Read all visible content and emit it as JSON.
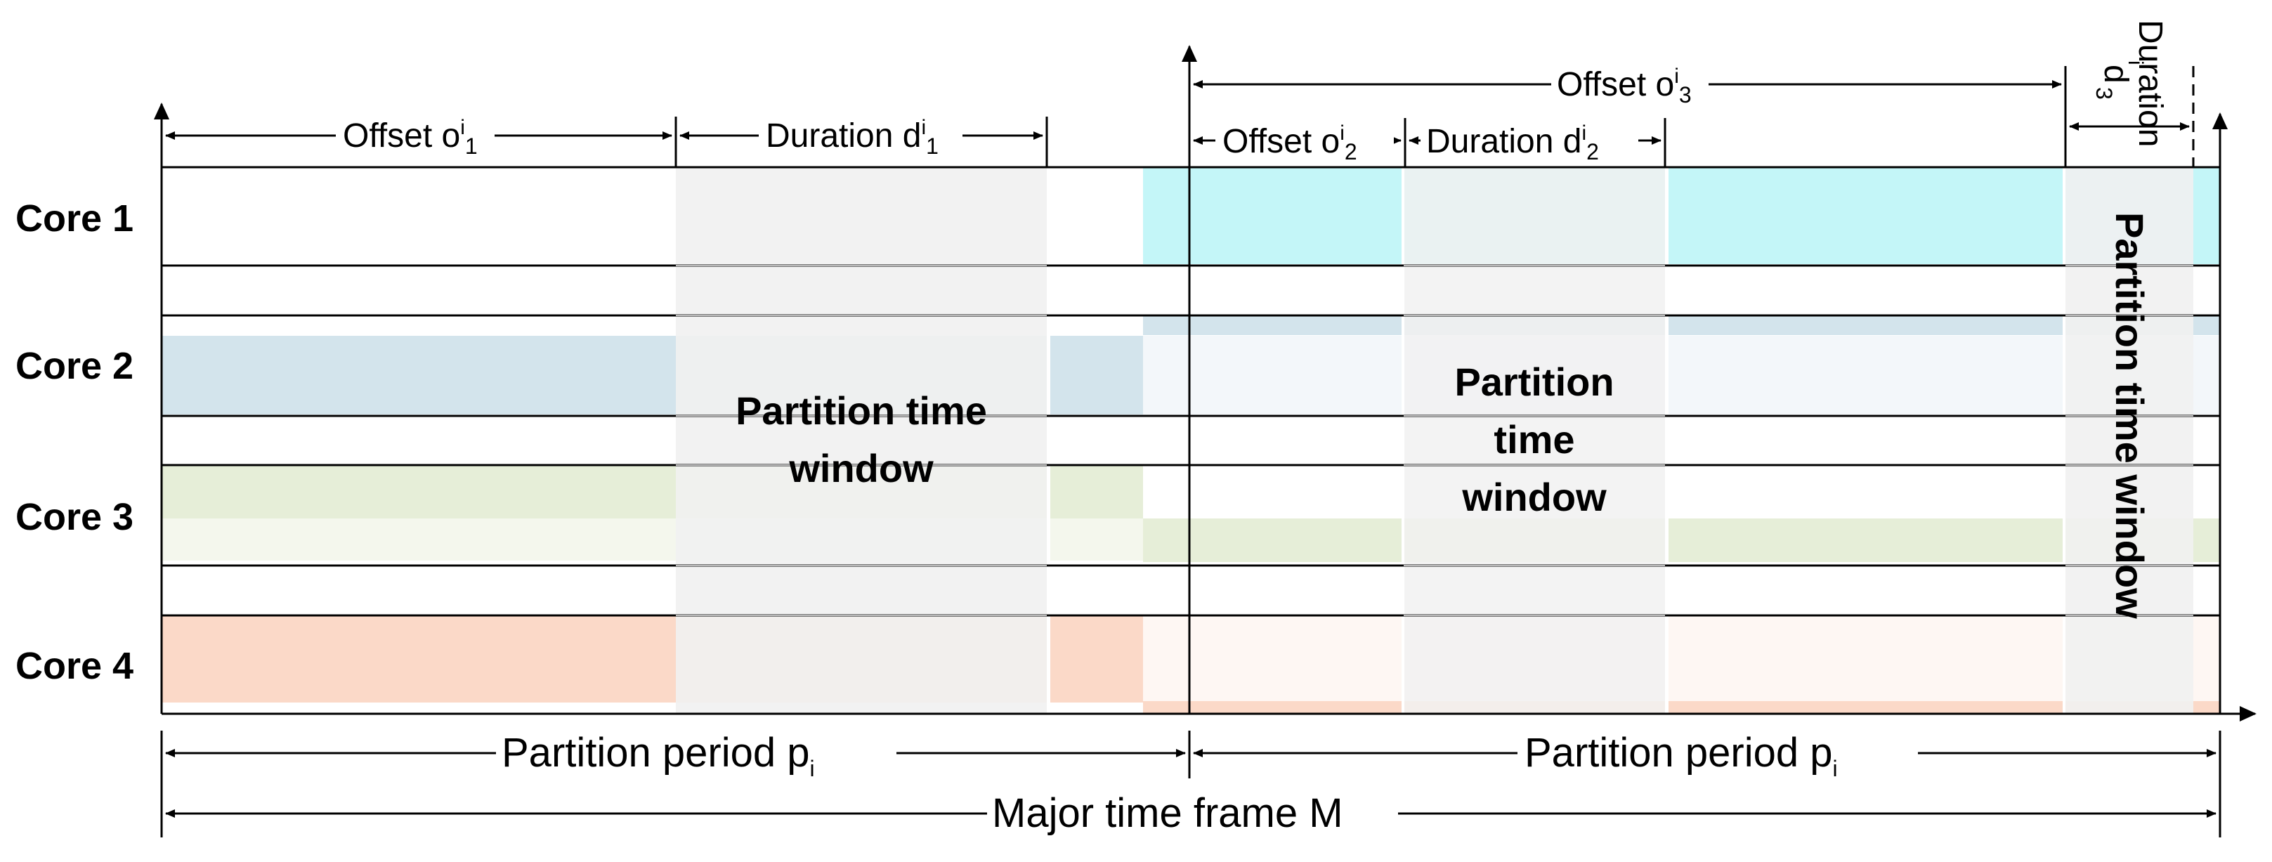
{
  "cores": [
    "Core 1",
    "Core 2",
    "Core 3",
    "Core 4"
  ],
  "colors": {
    "core1": "#c4f6f8",
    "core2": "#d3e4ec",
    "core3": "#e6eed8",
    "core4": "#fbd9c8",
    "window": "#f1f1f1"
  },
  "windows": {
    "first": [
      "Partition time",
      "window"
    ],
    "second": [
      "Partition",
      "time",
      "window"
    ],
    "third": "Partition time window"
  },
  "dims": {
    "offset1": {
      "base": "Offset o",
      "sup": "i",
      "sub": "1"
    },
    "duration1": {
      "base": "Duration d",
      "sup": "i",
      "sub": "1"
    },
    "offset2": {
      "base": "Offset o",
      "sup": "i",
      "sub": "2"
    },
    "duration2": {
      "base": "Duration d",
      "sup": "i",
      "sub": "2"
    },
    "offset3": {
      "base": "Offset o",
      "sup": "i",
      "sub": "3"
    },
    "duration3": {
      "base": "Duration",
      "sym": "d",
      "sup": "i",
      "sub": "3"
    }
  },
  "periods": {
    "period": {
      "base": "Partition period p",
      "sub": "i"
    },
    "frame": "Major time frame M"
  }
}
